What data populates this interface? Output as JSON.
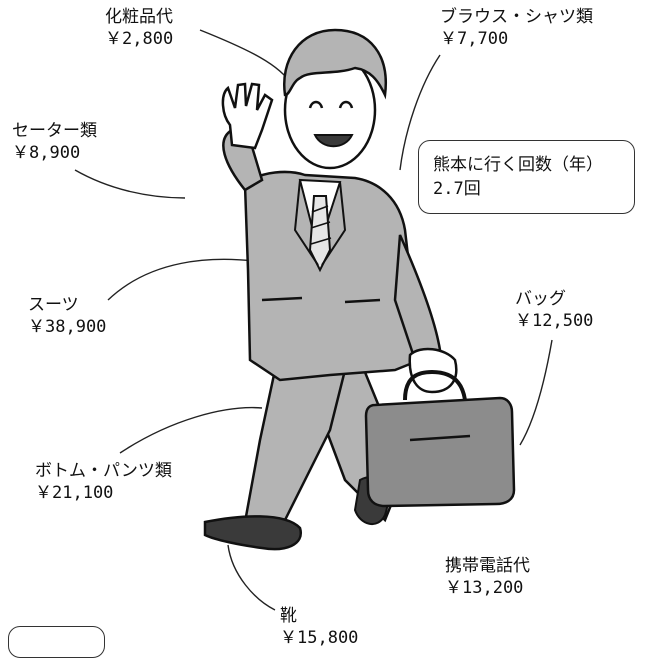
{
  "items": [
    {
      "name": "化粧品代",
      "price": "￥2,800"
    },
    {
      "name": "ブラウス・シャツ類",
      "price": "￥7,700"
    },
    {
      "name": "セーター類",
      "price": "￥8,900"
    },
    {
      "name": "スーツ",
      "price": "￥38,900"
    },
    {
      "name": "バッグ",
      "price": "￥12,500"
    },
    {
      "name": "ボトム・パンツ類",
      "price": "￥21,100"
    },
    {
      "name": "携帯電話代",
      "price": "￥13,200"
    },
    {
      "name": "靴",
      "price": "￥15,800"
    }
  ],
  "visits_box": {
    "title": "熊本に行く回数（年）",
    "value": "2.7回"
  },
  "colors": {
    "suit": "#b4b4b4",
    "skin": "#ffffff",
    "bag": "#8c8c8c",
    "shoes": "#3a3a3a",
    "outline": "#111111"
  }
}
